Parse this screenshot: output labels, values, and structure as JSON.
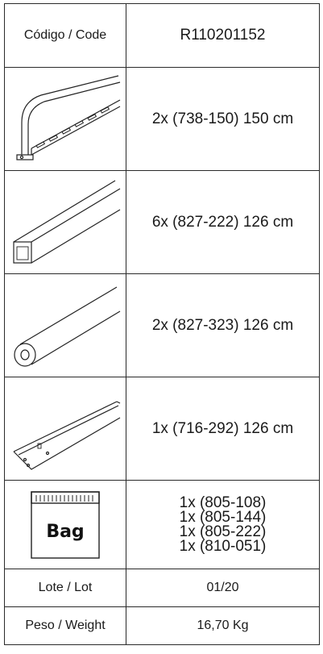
{
  "rows": {
    "code": {
      "label": "Código / Code",
      "value": "R110201152"
    },
    "part1": {
      "value": "2x (738-150) 150 cm",
      "icon": "curved-slotted-rail-icon"
    },
    "part2": {
      "value": "6x (827-222) 126 cm",
      "icon": "square-tube-icon"
    },
    "part3": {
      "value": "2x (827-323) 126 cm",
      "icon": "round-tube-icon"
    },
    "part4": {
      "value": "1x (716-292) 126 cm",
      "icon": "angle-bracket-rail-icon"
    },
    "bag": {
      "icon_label": "Bag",
      "items": [
        "1x (805-108)",
        "1x (805-144)",
        "1x (805-222)",
        "1x (810-051)"
      ]
    },
    "lot": {
      "label": "Lote / Lot",
      "value": "01/20"
    },
    "weight": {
      "label": "Peso / Weight",
      "value": "16,70 Kg"
    }
  }
}
